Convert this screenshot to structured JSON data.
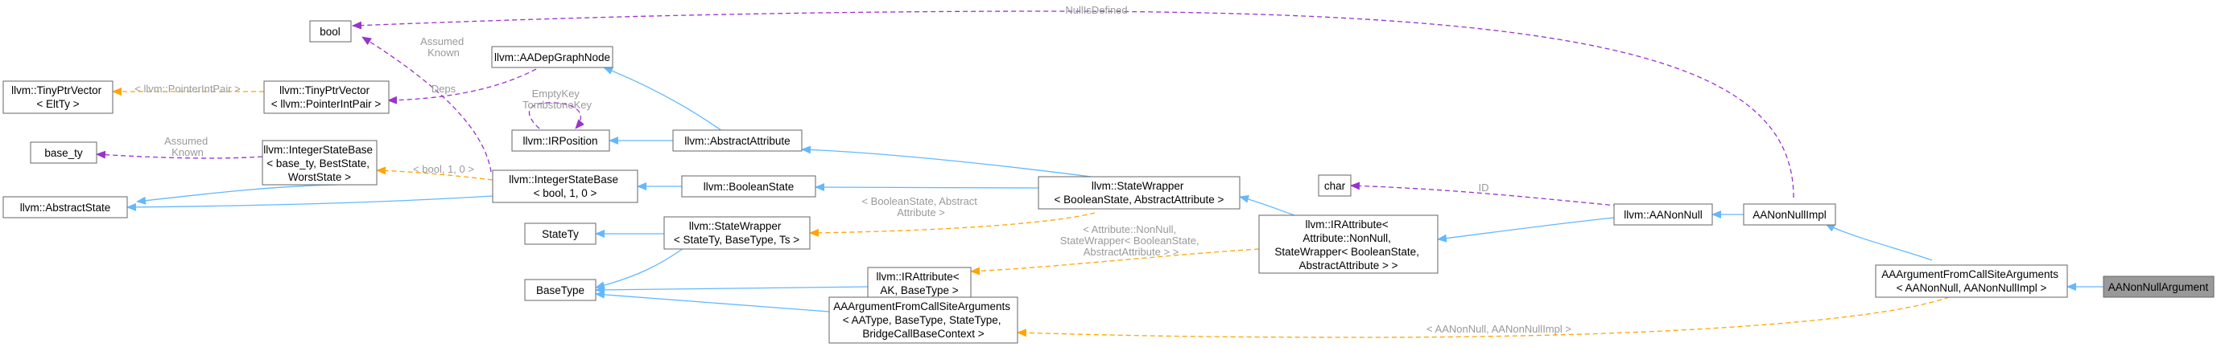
{
  "nodes": {
    "bool": [
      "bool"
    ],
    "tinyptr_eltty": [
      "llvm::TinyPtrVector",
      "< EltTy >"
    ],
    "tinyptr_pip": [
      "llvm::TinyPtrVector",
      "< llvm::PointerIntPair >"
    ],
    "aadep": [
      "llvm::AADepGraphNode"
    ],
    "base_ty": [
      "base_ty"
    ],
    "isb_generic": [
      "llvm::IntegerStateBase",
      "< base_ty, BestState,",
      "WorstState >"
    ],
    "irposition": [
      "llvm::IRPosition"
    ],
    "abstract_attribute": [
      "llvm::AbstractAttribute"
    ],
    "abstract_state": [
      "llvm::AbstractState"
    ],
    "isb_bool": [
      "llvm::IntegerStateBase",
      "< bool, 1, 0 >"
    ],
    "boolean_state": [
      "llvm::BooleanState"
    ],
    "sw_boolean": [
      "llvm::StateWrapper",
      "< BooleanState, AbstractAttribute >"
    ],
    "char": [
      "char"
    ],
    "aanonnull": [
      "llvm::AANonNull"
    ],
    "aanonnullimpl": [
      "AANonNullImpl"
    ],
    "statety": [
      "StateTy"
    ],
    "sw_generic": [
      "llvm::StateWrapper",
      "< StateTy, BaseType, Ts >"
    ],
    "irattr_nonnull": [
      "llvm::IRAttribute<",
      " Attribute::NonNull,",
      " StateWrapper< BooleanState,",
      " AbstractAttribute > >"
    ],
    "aafcsa_nonnull": [
      "AAArgumentFromCallSiteArguments",
      "< AANonNull, AANonNullImpl >"
    ],
    "aanonnullargument": [
      "AANonNullArgument"
    ],
    "irattr_generic": [
      "llvm::IRAttribute<",
      " AK, BaseType >"
    ],
    "basetype": [
      "BaseType"
    ],
    "aafcsa_generic": [
      "AAArgumentFromCallSiteArguments",
      "< AAType, BaseType, StateType,",
      " BridgeCallBaseContext >"
    ]
  },
  "edge_labels": {
    "isnull_defined": [
      "NullIsDefined"
    ],
    "assumed_known_bool": [
      "Assumed",
      "Known"
    ],
    "pointerintpair": [
      "< llvm::PointerIntPair >"
    ],
    "deps": [
      "Deps"
    ],
    "emptykey": [
      "EmptyKey",
      "TombstoneKey"
    ],
    "assumed_known_base": [
      "Assumed",
      "Known"
    ],
    "bool_1_0": [
      "< bool, 1, 0 >"
    ],
    "booleanstate_aa": [
      "< BooleanState, Abstract",
      "Attribute >"
    ],
    "attr_nonnull": [
      "< Attribute::NonNull,",
      " StateWrapper< BooleanState,",
      " AbstractAttribute > >"
    ],
    "id": [
      "ID"
    ],
    "aanonnull_impl": [
      "< AANonNull, AANonNullImpl >"
    ]
  },
  "colors": {
    "inheritance": "#63b8ff",
    "usage": "#9a32cd",
    "template": "#ffa500",
    "highlight_fill": "#999999"
  }
}
